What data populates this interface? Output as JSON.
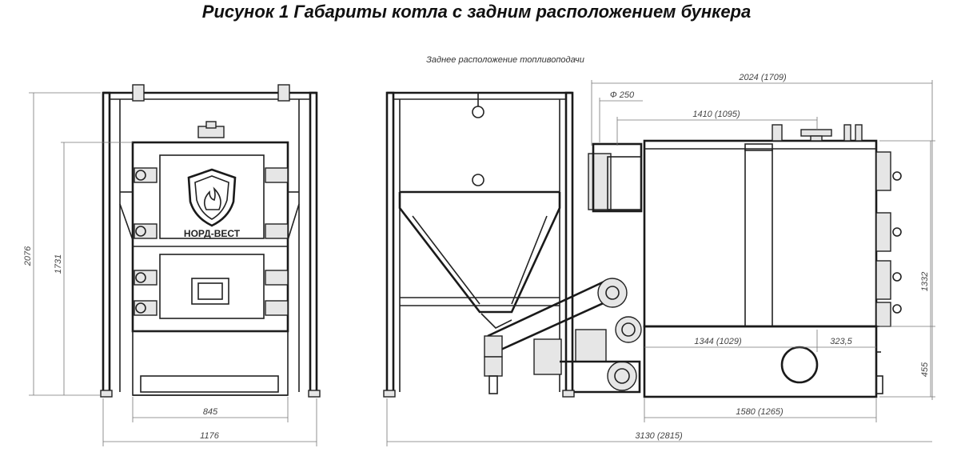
{
  "title": "Рисунок 1 Габариты котла с задним расположением бункера",
  "caption": "Заднее расположение топливоподачи",
  "brand": "НОРД-ВЕСТ",
  "dimensions": {
    "overall_height": "2076",
    "inner_height": "1731",
    "width_inner": "845",
    "width_total": "1176",
    "length_total": "3130 (2815)",
    "top_length": "2024 (1709)",
    "diameter": "Ф 250",
    "flue_offset": "1410 (1095)",
    "boiler_body_length": "1344 (1029)",
    "offset_323": "323,5",
    "base_length": "1580 (1265)",
    "body_height": "1332",
    "base_height": "455"
  }
}
